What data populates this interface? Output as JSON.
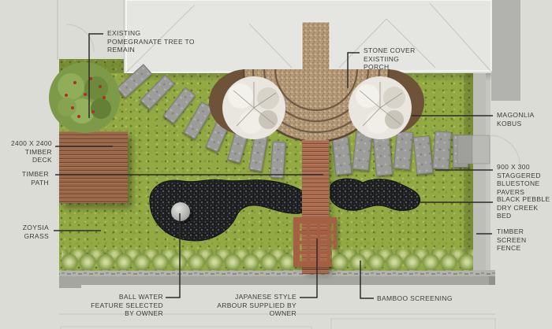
{
  "plan": {
    "type": "landscape-site-plan",
    "labels": [
      {
        "id": "pomegranate",
        "text": "EXISTING POMEGRANATE TREE TO REMAIN"
      },
      {
        "id": "stone-cover-porch",
        "text": "STONE COVER EXISTIING PORCH"
      },
      {
        "id": "magnolia-kobus",
        "text": "MAGONLIA KOBUS"
      },
      {
        "id": "timber-deck",
        "text": "2400 X 2400 TIMBER DECK"
      },
      {
        "id": "timber-path",
        "text": "TIMBER PATH"
      },
      {
        "id": "bluestone-pavers",
        "text": "900 X 300 STAGGERED BLUESTONE PAVERS"
      },
      {
        "id": "dry-creek-bed",
        "text": "BLACK PEBBLE DRY CREEK BED"
      },
      {
        "id": "zoysia-grass",
        "text": "ZOYSIA GRASS"
      },
      {
        "id": "timber-screen-fence",
        "text": "TIMBER SCREEN FENCE"
      },
      {
        "id": "ball-water-feature",
        "text": "BALL WATER FEATURE SELECTED BY OWNER"
      },
      {
        "id": "arbour",
        "text": "JAPANESE STYLE ARBOUR SUPPLIED BY OWNER"
      },
      {
        "id": "bamboo-screening",
        "text": "BAMBOO SCREENING"
      }
    ],
    "colors": {
      "background": "#dcdcd7",
      "house": "#e5e5e1",
      "grass": "#92a944",
      "timber_deck": "#9a6748",
      "timber_path": "#ab6c4f",
      "porch_gravel": "#b29876",
      "bluestone_paver": "#9c9c9a",
      "black_pebble": "#1b1c1e",
      "bamboo": "#a9bd6d",
      "arbour": "#a55f42",
      "magnolia_foliage": "#e9e6df",
      "pomegranate_foliage": "#7d9a49",
      "label_text": "#3b3b39",
      "leader_line": "#2c2c2a"
    }
  }
}
